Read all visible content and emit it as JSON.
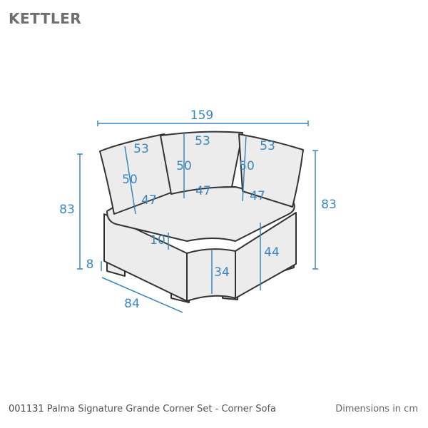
{
  "brand": {
    "logo_text": "KETTLER"
  },
  "footer": {
    "product_code": "001131",
    "product_name": "Palma Signature Grande Corner Set - Corner Sofa",
    "units_note": "Dimensions in cm"
  },
  "colors": {
    "dimension_blue": "#3a86c0",
    "outline": "#333333",
    "fill": "#ececec",
    "logo_grey": "#6e6e6e"
  },
  "dimensions": {
    "overall_width": "159",
    "overall_height_left": "83",
    "overall_height_right": "83",
    "leg_height": "8",
    "depth": "84",
    "seat_cushion_thickness": "10",
    "front_seat_height": "34",
    "seat_height": "44",
    "back_left_width": "53",
    "back_center_width": "53",
    "back_right_width": "53",
    "back_left_height": "50",
    "back_center_height": "50",
    "back_right_height": "50",
    "seat_left_width": "47",
    "seat_center_width": "47",
    "seat_right_width": "47"
  }
}
